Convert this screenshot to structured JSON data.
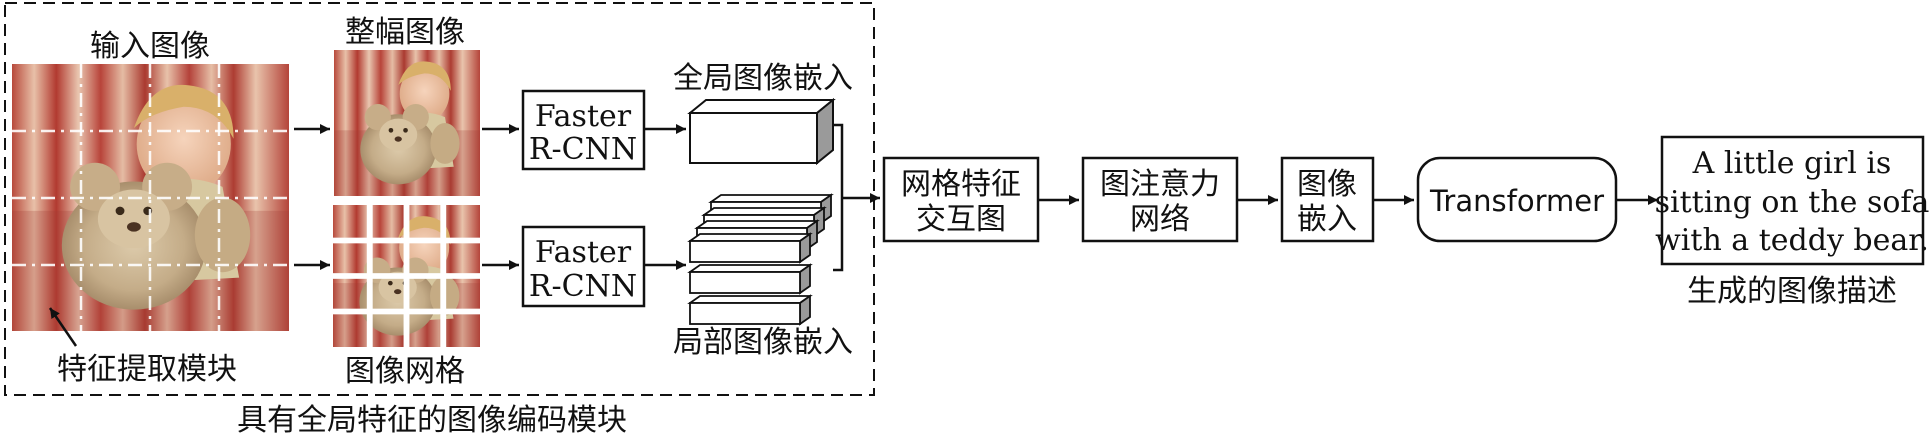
{
  "labels": {
    "input_image": "输入图像",
    "whole_image": "整幅图像",
    "image_grid": "图像网格",
    "feature_extraction": "特征提取模块",
    "encoder_module": "具有全局特征的图像编码模块",
    "global_embedding": "全局图像嵌入",
    "local_embedding": "局部图像嵌入",
    "generated_caption": "生成的图像描述"
  },
  "boxes": {
    "faster_rcnn_top": [
      "Faster",
      "R-CNN"
    ],
    "faster_rcnn_bottom": [
      "Faster",
      "R-CNN"
    ],
    "grid_interaction": [
      "网格特征",
      "交互图"
    ],
    "attention_network": [
      "图注意力",
      "网络"
    ],
    "image_embedding": [
      "图像",
      "嵌入"
    ],
    "transformer": "Transformer",
    "caption": [
      "A little girl is",
      "sitting on the sofa",
      "with a teddy bear."
    ]
  }
}
